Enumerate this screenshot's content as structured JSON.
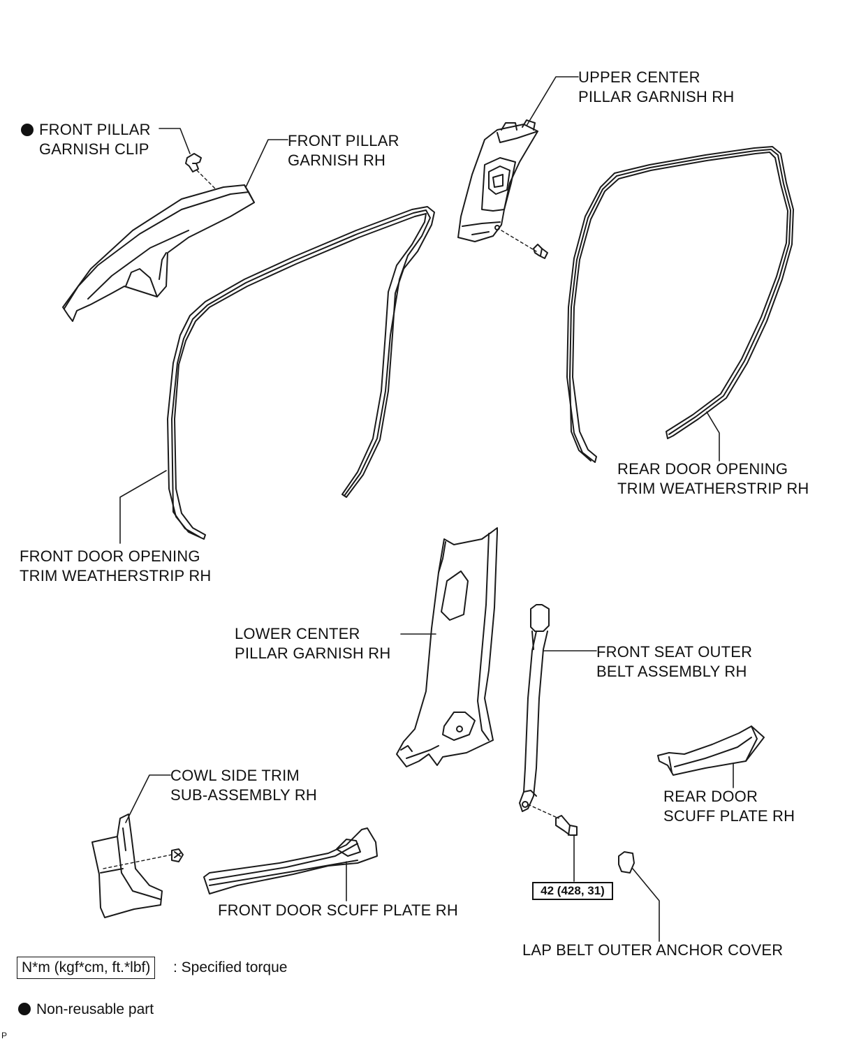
{
  "labels": {
    "front_pillar_clip": [
      "FRONT PILLAR",
      "GARNISH CLIP"
    ],
    "front_pillar_garnish": [
      "FRONT PILLAR",
      "GARNISH RH"
    ],
    "upper_center_pillar": [
      "UPPER CENTER",
      "PILLAR GARNISH RH"
    ],
    "rear_door_weatherstrip": [
      "REAR DOOR OPENING",
      "TRIM WEATHERSTRIP RH"
    ],
    "front_door_weatherstrip": [
      "FRONT DOOR OPENING",
      "TRIM WEATHERSTRIP RH"
    ],
    "lower_center_pillar": [
      "LOWER CENTER",
      "PILLAR GARNISH RH"
    ],
    "front_seat_belt": [
      "FRONT SEAT OUTER",
      "BELT ASSEMBLY RH"
    ],
    "cowl_side_trim": [
      "COWL SIDE TRIM",
      "SUB-ASSEMBLY RH"
    ],
    "rear_door_scuff": [
      "REAR DOOR",
      "SCUFF PLATE RH"
    ],
    "front_door_scuff": "FRONT DOOR SCUFF PLATE RH",
    "lap_belt_cover": "LAP BELT OUTER ANCHOR COVER"
  },
  "torque_value": "42 (428, 31)",
  "legend": {
    "torque_units": "N*m (kgf*cm, ft.*lbf)",
    "torque_text": ": Specified torque",
    "nonreusable_text": "Non-reusable part"
  },
  "corner_mark": "P",
  "icons": {
    "nonreusable": "filled-circle-icon"
  }
}
